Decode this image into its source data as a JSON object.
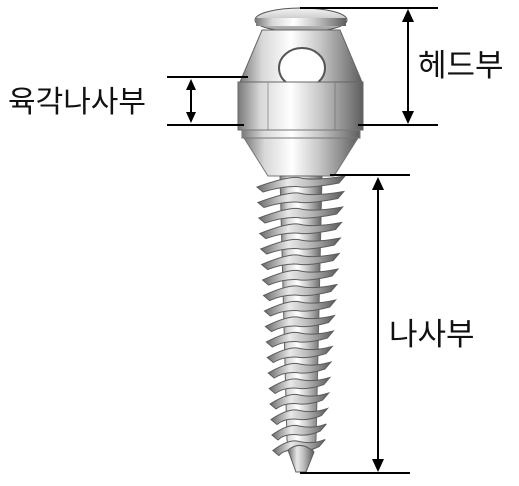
{
  "labels": {
    "head": "헤드부",
    "hex": "육각나사부",
    "thread": "나사부"
  },
  "colors": {
    "line": "#000000",
    "metal_light": "#f2f2f2",
    "metal_mid": "#b9b9b9",
    "metal_dark": "#6f6f6f"
  }
}
